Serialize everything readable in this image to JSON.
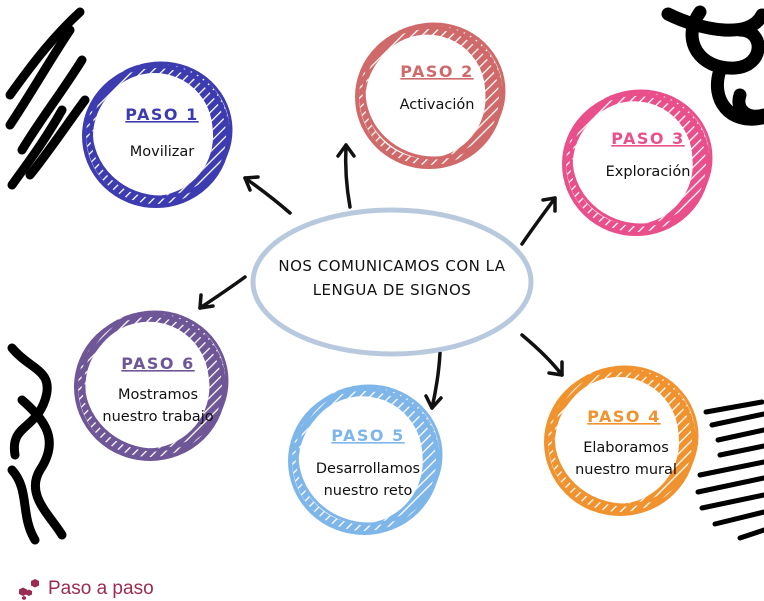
{
  "center": {
    "line1": "NOS COMUNICAMOS CON LA",
    "line2": "LENGUA DE SIGNOS",
    "color": "#b9c9dd"
  },
  "steps": [
    {
      "title": "PASO 1",
      "line1": "Movilizar",
      "line2": "",
      "color": "#3c3cb0"
    },
    {
      "title": "PASO 2",
      "line1": "Activación",
      "line2": "",
      "color": "#d06a6a"
    },
    {
      "title": "PASO 3",
      "line1": "Exploración",
      "line2": "",
      "color": "#e94f8a"
    },
    {
      "title": "PASO 4",
      "line1": "Elaboramos",
      "line2": "nuestro mural",
      "color": "#f0922e"
    },
    {
      "title": "PASO 5",
      "line1": "Desarrollamos",
      "line2": "nuestro reto",
      "color": "#7fb6ea"
    },
    {
      "title": "PASO 6",
      "line1": "Mostramos",
      "line2": "nuestro trabajo",
      "color": "#6e5697"
    }
  ],
  "caption": {
    "text": "Paso a paso",
    "icon": "hexagon-cluster-icon",
    "color": "#9b2c4f"
  }
}
